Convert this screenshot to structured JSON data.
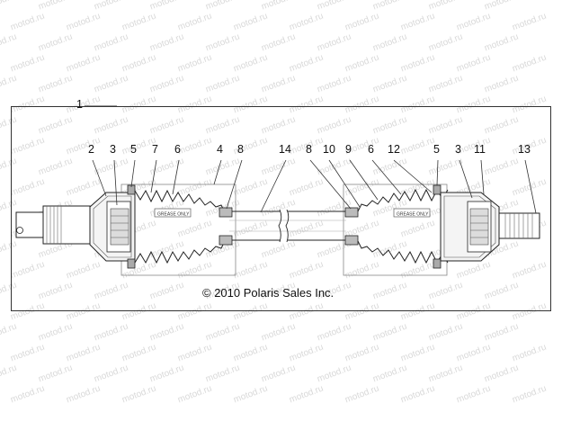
{
  "diagram": {
    "watermark_text": "motod.ru",
    "assembly_callout": "1",
    "copyright": "© 2010 Polaris Sales Inc.",
    "boot_left_text": "GREASE ONLY",
    "boot_right_text": "GREASE ONLY",
    "callouts": [
      {
        "id": "c2",
        "label": "2"
      },
      {
        "id": "c3a",
        "label": "3"
      },
      {
        "id": "c5a",
        "label": "5"
      },
      {
        "id": "c7",
        "label": "7"
      },
      {
        "id": "c6a",
        "label": "6"
      },
      {
        "id": "c4",
        "label": "4"
      },
      {
        "id": "c8a",
        "label": "8"
      },
      {
        "id": "c14",
        "label": "14"
      },
      {
        "id": "c8b",
        "label": "8"
      },
      {
        "id": "c10",
        "label": "10"
      },
      {
        "id": "c9",
        "label": "9"
      },
      {
        "id": "c6b",
        "label": "6"
      },
      {
        "id": "c12",
        "label": "12"
      },
      {
        "id": "c5b",
        "label": "5"
      },
      {
        "id": "c3b",
        "label": "3"
      },
      {
        "id": "c11",
        "label": "11"
      },
      {
        "id": "c13",
        "label": "13"
      }
    ]
  }
}
